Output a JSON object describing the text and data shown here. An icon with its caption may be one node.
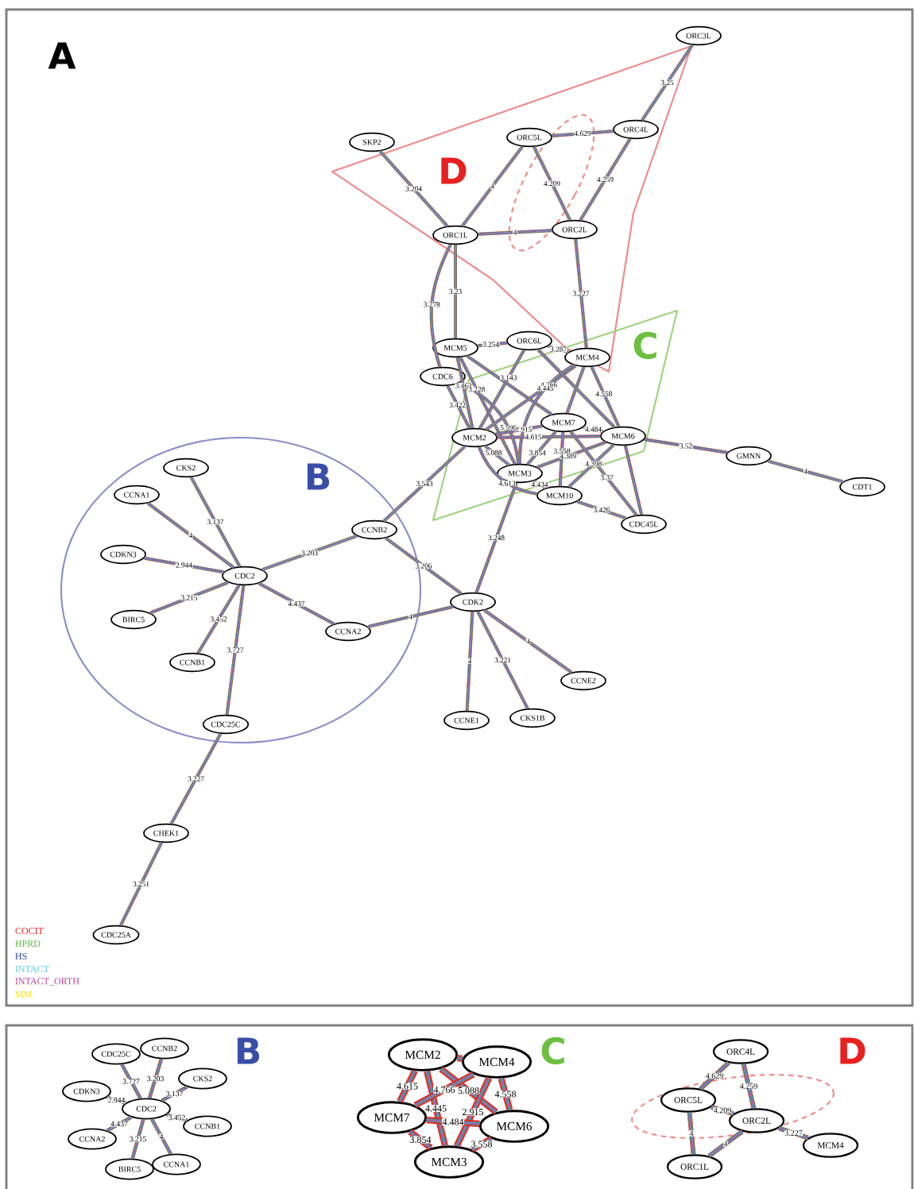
{
  "diagram": {
    "nodes": [
      {
        "text": [
          "ORC3L"
        ]
      },
      {
        "text": [
          "SKP2"
        ]
      },
      {
        "text": [
          "ORC5L"
        ]
      },
      {
        "text": [
          "ORC4L"
        ]
      },
      {
        "text": [
          "ORC1L"
        ]
      },
      {
        "text": [
          "ORC2L"
        ]
      },
      {
        "text": [
          "MCM5"
        ]
      },
      {
        "text": [
          "ORC6L"
        ]
      },
      {
        "text": [
          "MCM4"
        ]
      },
      {
        "text": [
          "CDC6"
        ]
      },
      {
        "text": [
          "MCM7"
        ]
      },
      {
        "text": [
          "MCM2"
        ]
      },
      {
        "text": [
          "MCM6"
        ]
      },
      {
        "text": [
          "GMNN"
        ]
      },
      {
        "text": [
          "CDT1"
        ]
      },
      {
        "text": [
          "MCM3"
        ]
      },
      {
        "text": [
          "MCM10"
        ]
      },
      {
        "text": [
          "CDC45L"
        ]
      },
      {
        "text": [
          "CKS2"
        ]
      },
      {
        "text": [
          "CCNA1"
        ]
      },
      {
        "text": [
          "CCNB2"
        ]
      },
      {
        "text": [
          "CDKN3"
        ]
      },
      {
        "text": [
          "CDC2"
        ]
      },
      {
        "text": [
          "BIRC5"
        ]
      },
      {
        "text": [
          "CCNA2"
        ]
      },
      {
        "text": [
          "CDK2"
        ]
      },
      {
        "text": [
          "CCNB1"
        ]
      },
      {
        "text": [
          "CCNE2"
        ]
      },
      {
        "text": [
          "CCNE1"
        ]
      },
      {
        "text": [
          "CKS1B"
        ]
      },
      {
        "text": [
          "CDC25C"
        ]
      },
      {
        "text": [
          "CHEK1"
        ]
      },
      {
        "text": [
          "CDC25A"
        ]
      },
      {
        "text": [
          "CDC25C"
        ]
      },
      {
        "text": [
          "CCNB2"
        ]
      },
      {
        "text": [
          "CKS2"
        ]
      },
      {
        "text": [
          "CDKN3"
        ]
      },
      {
        "text": [
          "CDC2"
        ]
      },
      {
        "text": [
          "CCNB1"
        ]
      },
      {
        "text": [
          "CCNA2"
        ]
      },
      {
        "text": [
          "BIRC5"
        ]
      },
      {
        "text": [
          "CCNA1"
        ]
      },
      {
        "text": [
          "MCM2"
        ]
      },
      {
        "text": [
          "MCM4"
        ]
      },
      {
        "text": [
          "MCM7"
        ]
      },
      {
        "text": [
          "MCM6"
        ]
      },
      {
        "text": [
          "MCM3"
        ]
      },
      {
        "text": [
          "ORC4L"
        ]
      },
      {
        "text": [
          "ORC5L"
        ]
      },
      {
        "text": [
          "ORC2L"
        ]
      },
      {
        "text": [
          "MCM4"
        ]
      },
      {
        "text": [
          "ORC1L"
        ]
      }
    ],
    "edges": [
      {
        "from": 0,
        "to": 3,
        "arrow": "none",
        "label": "3.25"
      },
      {
        "from": 1,
        "to": 4,
        "arrow": "none",
        "label": "3.204"
      },
      {
        "from": 2,
        "to": 3,
        "arrow": "none",
        "label": "4.629"
      },
      {
        "from": 2,
        "to": 4,
        "arrow": "none",
        "label": "4"
      },
      {
        "from": 2,
        "to": 5,
        "arrow": "none",
        "label": "4.209"
      },
      {
        "from": 3,
        "to": 5,
        "arrow": "none",
        "label": "4.259"
      },
      {
        "from": 4,
        "to": 5,
        "arrow": "none",
        "label": "4"
      },
      {
        "from": 4,
        "to": 6,
        "arrow": "none",
        "label": "3.23"
      },
      {
        "from": 4,
        "to": 9,
        "arrow": "none",
        "label": "3.278"
      },
      {
        "from": 5,
        "to": 8,
        "arrow": "none",
        "label": "3.227"
      },
      {
        "from": 6,
        "to": 7,
        "arrow": "none",
        "label": "3.254"
      },
      {
        "from": 7,
        "to": 8,
        "arrow": "none",
        "label": "3.287"
      },
      {
        "from": 6,
        "to": 11,
        "arrow": "none",
        "label": "3.463"
      },
      {
        "from": 9,
        "to": 11,
        "arrow": "none",
        "label": "3.422"
      },
      {
        "from": 7,
        "to": 11,
        "arrow": "none",
        "label": "3.143"
      },
      {
        "from": 6,
        "to": 15,
        "arrow": "none",
        "label": "3.228"
      },
      {
        "from": 6,
        "to": 10,
        "arrow": "none"
      },
      {
        "from": 8,
        "to": 11,
        "arrow": "none",
        "label": "4.766"
      },
      {
        "from": 8,
        "to": 10,
        "arrow": "none"
      },
      {
        "from": 8,
        "to": 15,
        "arrow": "none",
        "label": "4.445"
      },
      {
        "from": 8,
        "to": 12,
        "arrow": "none",
        "label": "4.558"
      },
      {
        "from": 7,
        "to": 12,
        "arrow": "none"
      },
      {
        "from": 11,
        "to": 10,
        "arrow": "none",
        "label": "2.915"
      },
      {
        "from": 11,
        "to": 12,
        "arrow": "none",
        "label": "4.615"
      },
      {
        "from": 10,
        "to": 12,
        "arrow": "none",
        "label": "4.484"
      },
      {
        "from": 10,
        "to": 15,
        "arrow": "none",
        "label": "3.854"
      },
      {
        "from": 11,
        "to": 15,
        "arrow": "none",
        "label": "5.088"
      },
      {
        "from": 11,
        "to": 16,
        "arrow": "none",
        "label": "4.613"
      },
      {
        "from": 12,
        "to": 15,
        "arrow": "none",
        "label": "4.389"
      },
      {
        "from": 10,
        "to": 16,
        "arrow": "none",
        "label": "3.558"
      },
      {
        "from": 12,
        "to": 16,
        "arrow": "none",
        "label": "4.398"
      },
      {
        "from": 10,
        "to": 17,
        "arrow": "none",
        "label": "3.37"
      },
      {
        "from": 12,
        "to": 17,
        "arrow": "none"
      },
      {
        "from": 16,
        "to": 17,
        "arrow": "none",
        "label": "3.426"
      },
      {
        "from": 15,
        "to": 16,
        "arrow": "none",
        "label": "4.434"
      },
      {
        "from": 9,
        "to": 15,
        "arrow": "none",
        "label": "5.596"
      },
      {
        "from": 11,
        "to": 20,
        "arrow": "none",
        "label": "3.543"
      },
      {
        "from": 12,
        "to": 13,
        "arrow": "none",
        "label": "3.52"
      },
      {
        "from": 13,
        "to": 14,
        "arrow": "none",
        "label": "4"
      },
      {
        "from": 15,
        "to": 25,
        "arrow": "none",
        "label": "3.248"
      },
      {
        "from": 20,
        "to": 25,
        "arrow": "none",
        "label": "3.206"
      },
      {
        "from": 20,
        "to": 22,
        "arrow": "none",
        "label": "3.203"
      },
      {
        "from": 22,
        "to": 18,
        "arrow": "none",
        "label": "3.137"
      },
      {
        "from": 22,
        "to": 19,
        "arrow": "none",
        "label": "4"
      },
      {
        "from": 22,
        "to": 21,
        "arrow": "none",
        "label": "2.944"
      },
      {
        "from": 22,
        "to": 23,
        "arrow": "none",
        "label": "3.215"
      },
      {
        "from": 22,
        "to": 26,
        "arrow": "none",
        "label": "3.452"
      },
      {
        "from": 22,
        "to": 30,
        "arrow": "none",
        "label": "3.727"
      },
      {
        "from": 22,
        "to": 24,
        "arrow": "none",
        "label": "4.437"
      },
      {
        "from": 24,
        "to": 25,
        "arrow": "none",
        "label": "4"
      },
      {
        "from": 25,
        "to": 28,
        "arrow": "none",
        "label": "4"
      },
      {
        "from": 25,
        "to": 29,
        "arrow": "none",
        "label": "3.221"
      },
      {
        "from": 25,
        "to": 27,
        "arrow": "none",
        "label": "4"
      },
      {
        "from": 30,
        "to": 31,
        "arrow": "none",
        "label": "3.227"
      },
      {
        "from": 31,
        "to": 32,
        "arrow": "none",
        "label": "3.251"
      },
      {
        "from": 37,
        "to": 33,
        "arrow": "none",
        "label": "3.727"
      },
      {
        "from": 37,
        "to": 34,
        "arrow": "none",
        "label": "3.203"
      },
      {
        "from": 37,
        "to": 35,
        "arrow": "none",
        "label": "3.137"
      },
      {
        "from": 37,
        "to": 36,
        "arrow": "none",
        "label": "2.944"
      },
      {
        "from": 37,
        "to": 39,
        "arrow": "none",
        "label": "4.437"
      },
      {
        "from": 37,
        "to": 40,
        "arrow": "none",
        "label": "3.215"
      },
      {
        "from": 37,
        "to": 41,
        "arrow": "none",
        "label": "4"
      },
      {
        "from": 37,
        "to": 38,
        "arrow": "none",
        "label": "3.452"
      },
      {
        "from": 42,
        "to": 44,
        "arrow": "none",
        "label": "4.615",
        "style": "thick"
      },
      {
        "from": 42,
        "to": 46,
        "arrow": "none",
        "label": "4.445",
        "style": "thick"
      },
      {
        "from": 42,
        "to": 45,
        "arrow": "none",
        "label": "5.088",
        "style": "thick"
      },
      {
        "from": 44,
        "to": 43,
        "arrow": "none",
        "label": "4.766",
        "style": "thick"
      },
      {
        "from": 43,
        "to": 45,
        "arrow": "none",
        "label": "4.558",
        "style": "thick"
      },
      {
        "from": 43,
        "to": 46,
        "arrow": "none",
        "label": "2.915",
        "style": "thick"
      },
      {
        "from": 44,
        "to": 45,
        "arrow": "none",
        "label": "4.484",
        "style": "thick"
      },
      {
        "from": 44,
        "to": 46,
        "arrow": "none",
        "label": "3.854",
        "style": "thick"
      },
      {
        "from": 45,
        "to": 46,
        "arrow": "none",
        "label": "3.558",
        "style": "thick"
      },
      {
        "from": 42,
        "to": 43,
        "arrow": "none",
        "style": "thick"
      },
      {
        "from": 47,
        "to": 48,
        "arrow": "none",
        "label": "4.629"
      },
      {
        "from": 47,
        "to": 49,
        "arrow": "none",
        "label": "4.259"
      },
      {
        "from": 48,
        "to": 49,
        "arrow": "none",
        "label": "4.209"
      },
      {
        "from": 48,
        "to": 51,
        "arrow": "none",
        "label": "4"
      },
      {
        "from": 49,
        "to": 51,
        "arrow": "none",
        "label": "4"
      },
      {
        "from": 49,
        "to": 50,
        "arrow": "none",
        "label": "3.227"
      }
    ],
    "labels": [
      "A",
      "D",
      "C",
      "B",
      "B",
      "C",
      "D"
    ],
    "legend": [
      {
        "text": "COCIT",
        "color": "#e8262a"
      },
      {
        "text": "HPRD",
        "color": "#5fb946"
      },
      {
        "text": "HS",
        "color": "#3a4aa5"
      },
      {
        "text": "INTACT",
        "color": "#5ec8e0"
      },
      {
        "text": "INTACT_ORTH",
        "color": "#c0449a"
      },
      {
        "text": "MM",
        "color": "#f2e614"
      }
    ]
  }
}
